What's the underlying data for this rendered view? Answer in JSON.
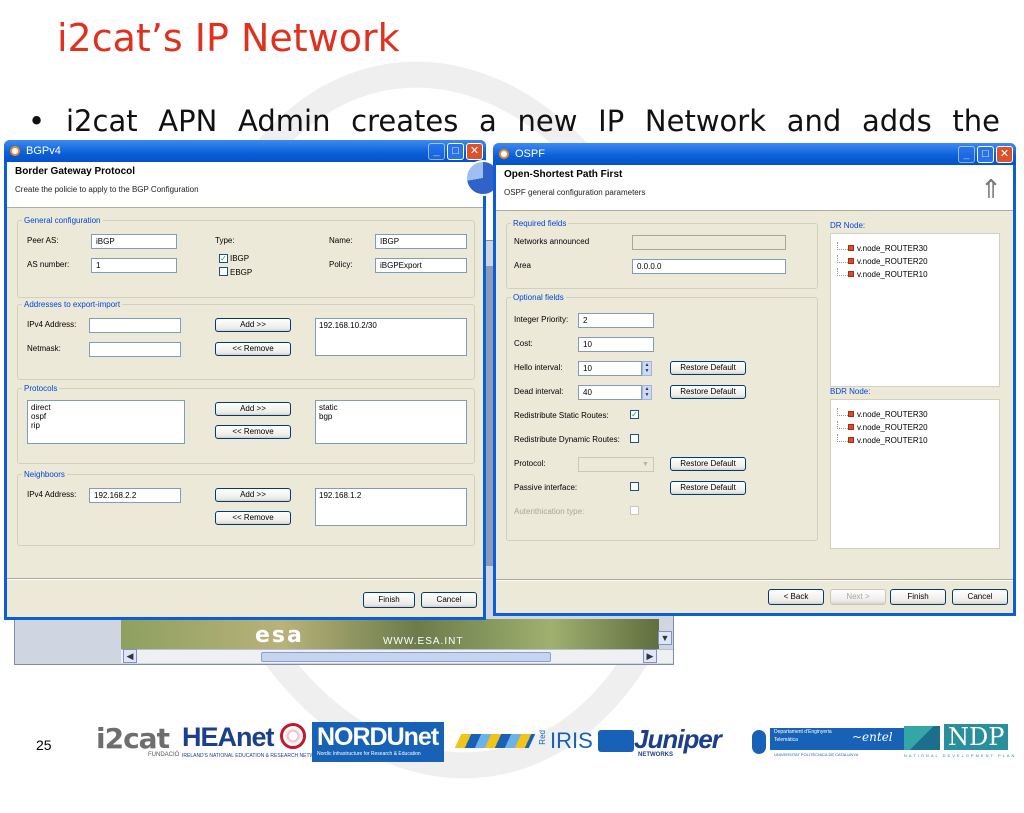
{
  "slide": {
    "title": "i2cat’s IP Network",
    "bullet": "i2cat APN Admin creates a new IP Network and adds the",
    "page_number": "25"
  },
  "background_window": {
    "logo_text": "esa",
    "url_text": "WWW.ESA.INT"
  },
  "bgp_window": {
    "title": "BGPv4",
    "header_title": "Border Gateway Protocol",
    "header_subtitle": "Create the policie to apply to the BGP Configuration",
    "general": {
      "legend": "General configuration",
      "peer_as_label": "Peer AS:",
      "peer_as_value": "iBGP",
      "type_label": "Type:",
      "type_ibgp": "IBGP",
      "type_ebgp": "EBGP",
      "type_ibgp_checked": true,
      "name_label": "Name:",
      "name_value": "IBGP",
      "as_number_label": "AS number:",
      "as_number_value": "1",
      "policy_label": "Policy:",
      "policy_value": "iBGPExport"
    },
    "addresses": {
      "legend": "Addresses to export-import",
      "ipv4_label": "IPv4 Address:",
      "ipv4_value": "",
      "netmask_label": "Netmask:",
      "netmask_value": "",
      "add_label": "Add >>",
      "remove_label": "<< Remove",
      "list": "192.168.10.2/30"
    },
    "protocols": {
      "legend": "Protocols",
      "available": "direct\nospf\nrip",
      "add_label": "Add >>",
      "remove_label": "<< Remove",
      "selected": "static\nbgp"
    },
    "neighbors": {
      "legend": "Neighboors",
      "ipv4_label": "IPv4 Address:",
      "ipv4_value": "192.168.2.2",
      "add_label": "Add >>",
      "remove_label": "<< Remove",
      "list": "192.168.1.2"
    },
    "finish_label": "Finish",
    "cancel_label": "Cancel"
  },
  "ospf_window": {
    "title": "OSPF",
    "header_title": "Open-Shortest Path First",
    "header_subtitle": "OSPF general configuration parameters",
    "required": {
      "legend": "Required fields",
      "networks_label": "Networks announced",
      "networks_value": "",
      "area_label": "Area",
      "area_value": "0.0.0.0"
    },
    "optional": {
      "legend": "Optional fields",
      "priority_label": "Integer Priority:",
      "priority_value": "2",
      "cost_label": "Cost:",
      "cost_value": "10",
      "hello_label": "Hello interval:",
      "hello_value": "10",
      "dead_label": "Dead interval:",
      "dead_value": "40",
      "redist_static_label": "Redistribute Static Routes:",
      "redist_static_checked": true,
      "redist_dynamic_label": "Redistribute Dynamic Routes:",
      "redist_dynamic_checked": false,
      "protocol_label": "Protocol:",
      "passive_label": "Passive interface:",
      "passive_checked": false,
      "auth_label": "Autenthication type:",
      "restore_label": "Restore Default"
    },
    "dr_node": {
      "legend": "DR Node:",
      "items": [
        "v.node_ROUTER30",
        "v.node_ROUTER20",
        "v.node_ROUTER10"
      ]
    },
    "bdr_node": {
      "legend": "BDR Node:",
      "items": [
        "v.node_ROUTER30",
        "v.node_ROUTER20",
        "v.node_ROUTER10"
      ]
    },
    "back_label": "< Back",
    "next_label": "Next >",
    "finish_label": "Finish",
    "cancel_label": "Cancel"
  },
  "logos": {
    "i2cat": "i2cat",
    "i2cat_sub": "FUNDACIÓ",
    "heanet": "HEAnet",
    "heanet_sub": "IRELAND'S NATIONAL EDUCATION & RESEARCH NETWORK",
    "nordunet": "NORDUnet",
    "nordunet_sub": "Nordic Infrastructure for Research & Education",
    "rediris_prefix": "Red",
    "rediris": "IRIS",
    "juniper": "Juniper",
    "juniper_sub": "NETWORKS",
    "dept_line1": "Departament d'Enginyeria",
    "dept_line2": "Telemàtica",
    "dept_sub": "UNIVERSITAT POLITÈCNICA DE CATALUNYA",
    "ndp": "NDP",
    "ndp_sub": "NATIONAL DEVELOPMENT PLAN"
  }
}
